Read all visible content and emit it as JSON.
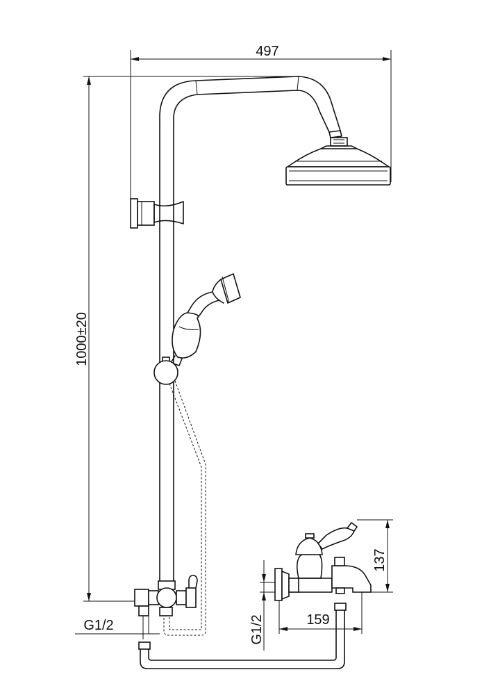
{
  "dimensions": {
    "total_width": "497",
    "total_height": "1000±20",
    "mixer_height": "137",
    "spout_projection": "159",
    "inlet_thread_left": "G1/2",
    "inlet_thread_right": "G1/2"
  }
}
